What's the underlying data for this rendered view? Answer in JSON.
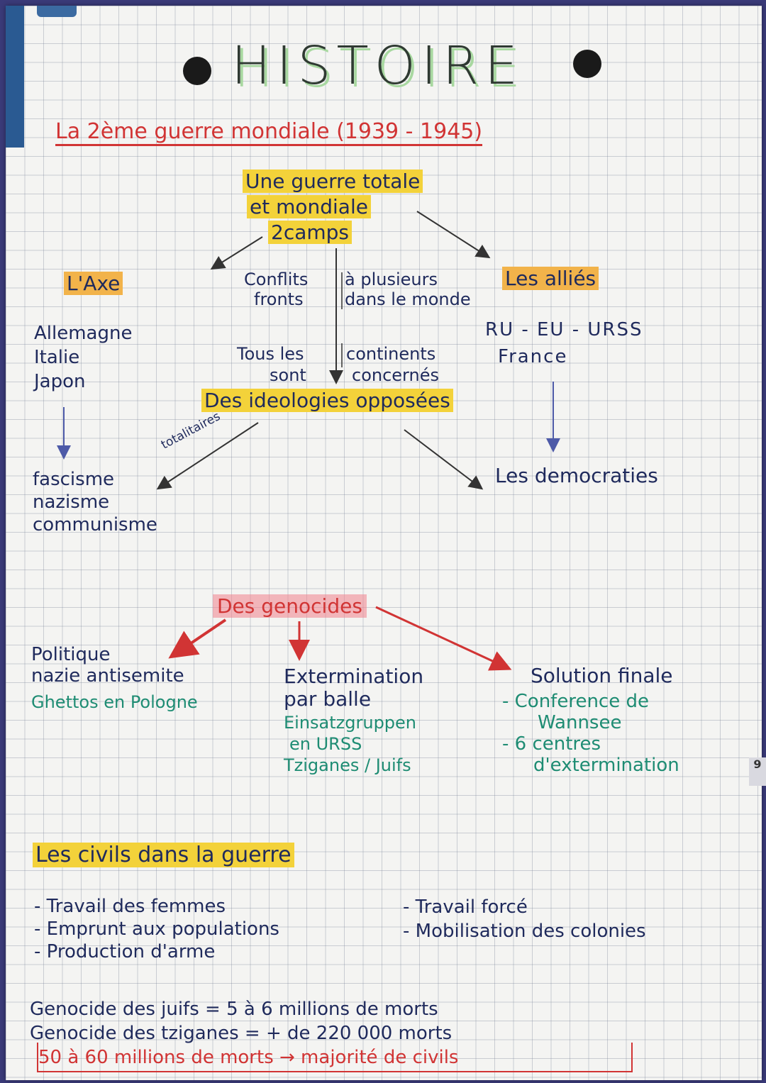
{
  "title": "HISTOIRE",
  "subtitle": "La 2ème guerre mondiale (1939 - 1945)",
  "center_box": {
    "line1": "Une guerre totale",
    "line2": "et mondiale",
    "line3": "2camps"
  },
  "axe": {
    "label": "L'Axe",
    "countries": [
      "Allemagne",
      "Italie",
      "Japon"
    ]
  },
  "allies": {
    "label": "Les alliés",
    "countries_line1": "RU - EU - URSS",
    "countries_line2": "France"
  },
  "conflits": {
    "left1": "Conflits",
    "left2": "fronts",
    "right1": "à plusieurs",
    "right2": "dans le monde"
  },
  "continents": {
    "left1": "Tous les",
    "left2": "sont",
    "right1": "continents",
    "right2": "concernés"
  },
  "ideologies": {
    "label": "Des ideologies opposées",
    "totalitaires": "totalitaires",
    "left_items": [
      "fascisme",
      "nazisme",
      "communisme"
    ],
    "right": "Les democraties"
  },
  "genocides": {
    "label": "Des genocides",
    "col1": [
      "Politique",
      "nazie antisemite"
    ],
    "col1_green": "Ghettos en Pologne",
    "col2": [
      "Extermination",
      "par balle"
    ],
    "col2_green": [
      "Einsatzgruppen",
      "en URSS",
      "Tziganes / Juifs"
    ],
    "col3_title": "Solution finale",
    "col3": [
      "- Conference de",
      "Wannsee",
      "- 6 centres",
      "d'extermination"
    ]
  },
  "civils": {
    "label": "Les civils dans la guerre",
    "left": [
      "- Travail des femmes",
      "- Emprunt aux populations",
      "- Production d'arme"
    ],
    "right": [
      "- Travail forcé",
      "- Mobilisation des colonies"
    ]
  },
  "bilan": {
    "line1": "Genocide des juifs = 5 à 6 millions de morts",
    "line2": "Genocide des tziganes = + de 220 000 morts",
    "line3": "50 à 60 millions de morts → majorité de civils"
  },
  "side_number": "9",
  "colors": {
    "red": "#d13434",
    "navy": "#1f2a5c",
    "green": "#1e8c73",
    "yellow": "#f3d23a",
    "orange": "#f2b34a"
  }
}
